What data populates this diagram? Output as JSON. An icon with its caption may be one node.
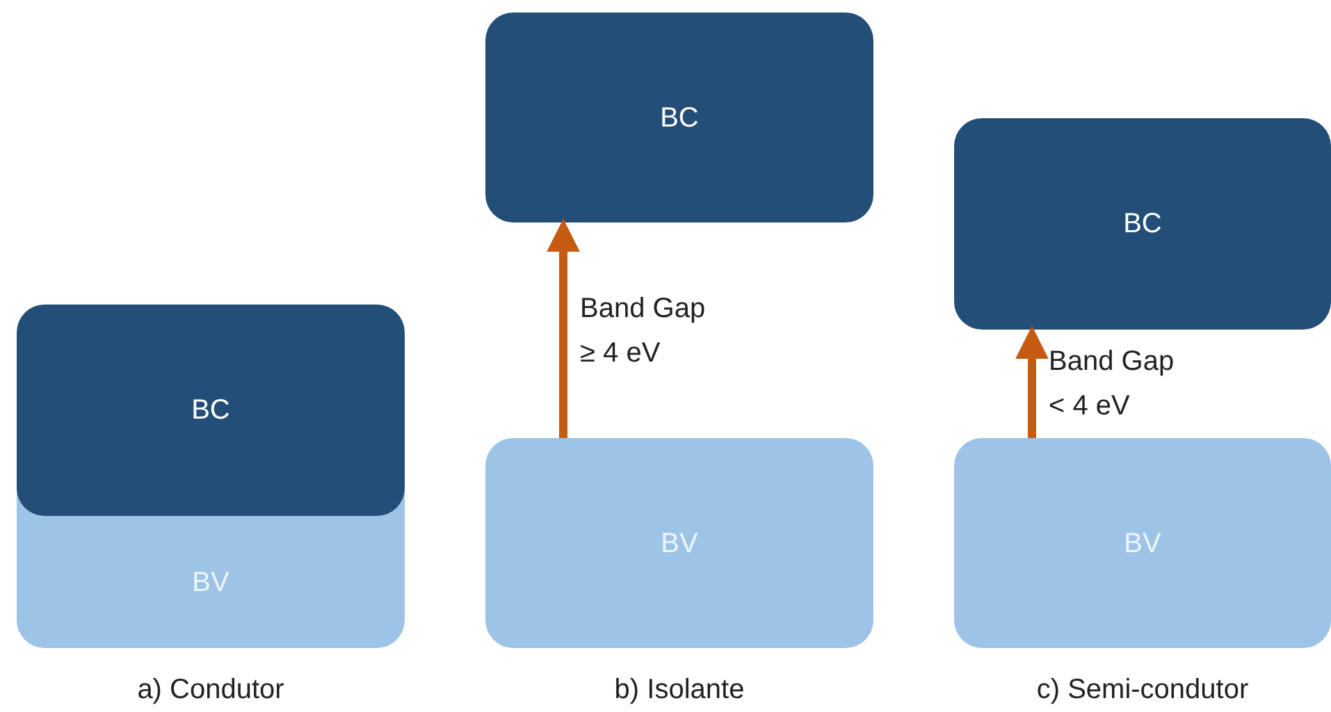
{
  "diagram": {
    "nodes": [
      {
        "text": [
          "BC"
        ]
      },
      {
        "text": [
          "BV"
        ],
        "beside": [
          "a) Condutor"
        ]
      },
      {
        "text": [
          "BC"
        ]
      },
      {
        "text": [
          "BV"
        ],
        "beside": [
          "b) Isolante"
        ]
      },
      {
        "text": [
          "BC"
        ]
      },
      {
        "text": [
          "BV"
        ],
        "beside": [
          "c) Semi-condutor"
        ]
      }
    ],
    "edges": [
      {
        "from": 3,
        "to": 2,
        "arrow": "to",
        "label": "Band Gap ≥ 4 eV"
      },
      {
        "from": 5,
        "to": 4,
        "arrow": "to",
        "label": "Band Gap < 4 eV"
      }
    ]
  }
}
